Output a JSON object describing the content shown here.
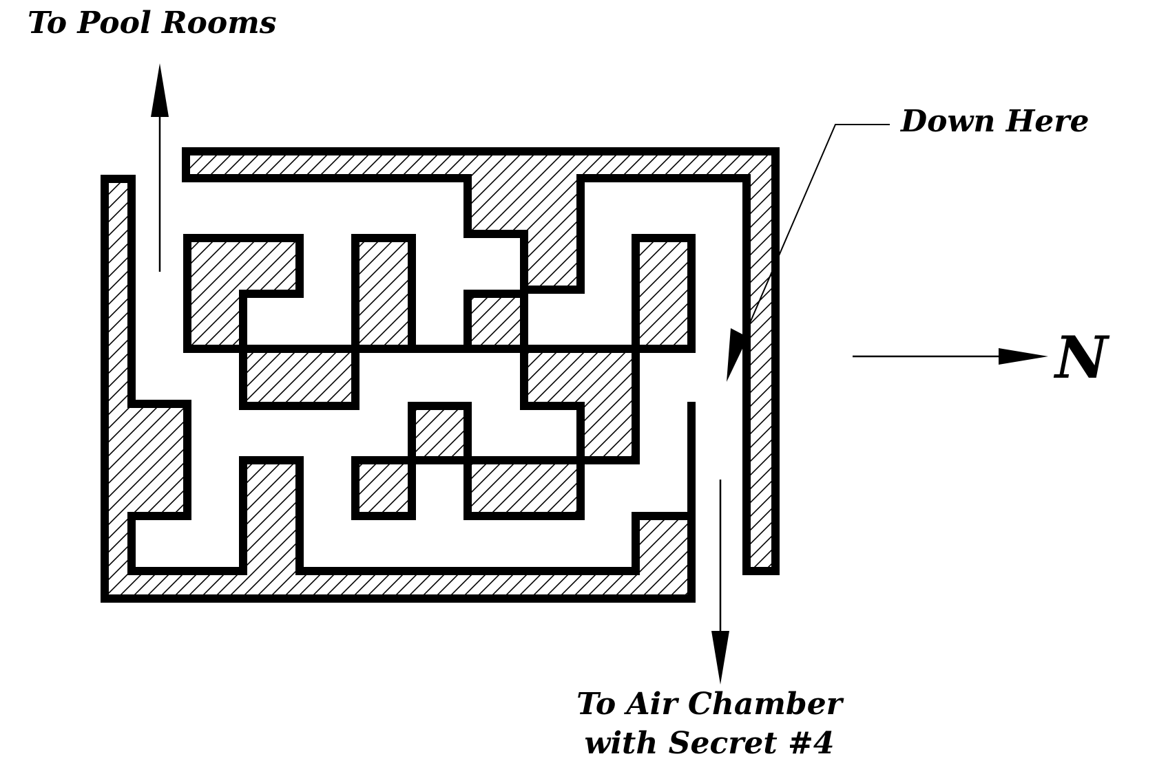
{
  "labels": {
    "to_pool_rooms": "To Pool Rooms",
    "down_here": "Down Here",
    "to_air_chamber_line1": "To Air Chamber",
    "to_air_chamber_line2": "with Secret #4",
    "north": "N"
  },
  "colors": {
    "ink": "#000000",
    "paper": "#ffffff"
  },
  "icons": {
    "exit_arrow_up": "arrow-up-icon",
    "exit_arrow_down": "arrow-down-icon",
    "north_arrow": "arrow-right-icon",
    "leader_arrow": "leader-arrow-icon"
  }
}
